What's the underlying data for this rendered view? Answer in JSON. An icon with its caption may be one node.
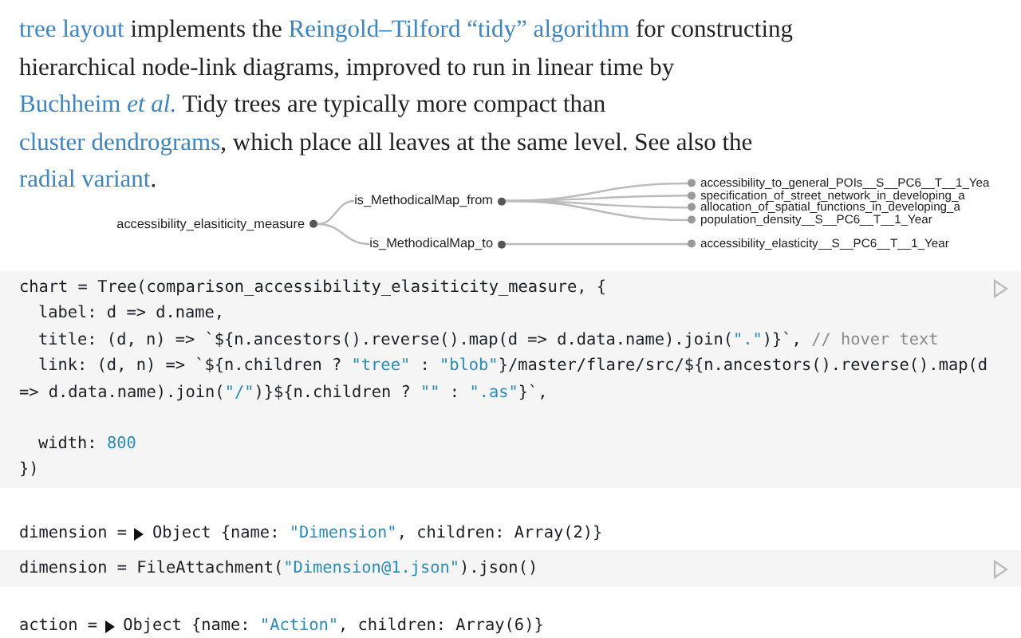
{
  "diagram": {
    "nodes": [
      {
        "text": [
          "accessibility_elasiticity_measure"
        ]
      },
      {
        "text": [
          "is_MethodicalMap_from"
        ]
      },
      {
        "text": [
          "is_MethodicalMap_to"
        ]
      },
      {
        "text": [
          "accessibility_to_general_POIs__S__PC6__T__1_Yea"
        ]
      },
      {
        "text": [
          "specification_of_street_network_in_developing_a"
        ]
      },
      {
        "text": [
          "allocation_of_spatial_functions_in_developing_a"
        ]
      },
      {
        "text": [
          "population_density__S__PC6__T__1_Year"
        ]
      },
      {
        "text": [
          "accessibility_elasticity__S__PC6__T__1_Year"
        ]
      }
    ],
    "edges": [
      {
        "from": 0,
        "to": 1,
        "arrow": "none"
      },
      {
        "from": 0,
        "to": 2,
        "arrow": "none"
      },
      {
        "from": 1,
        "to": 3,
        "arrow": "none"
      },
      {
        "from": 1,
        "to": 4,
        "arrow": "none"
      },
      {
        "from": 1,
        "to": 5,
        "arrow": "none"
      },
      {
        "from": 1,
        "to": 6,
        "arrow": "none"
      },
      {
        "from": 2,
        "to": 7,
        "arrow": "none"
      }
    ],
    "labels": [
      "tree layout",
      "implements the",
      "Reingold–Tilford “tidy” algorithm",
      "for constructing hierarchical node-link diagrams, improved to run in linear time by",
      "Buchheim *et al.*",
      "Tidy trees are typically more compact than",
      "cluster dendrograms",
      ", which place all leaves at the same level. See also the",
      "radial variant",
      ".",
      "chart = Tree(comparison_accessibility_elasiticity_measure, {",
      "label: d => d.name,",
      "title: (d, n) => `${n.ancestors().reverse().map(d => d.data.name).join(\".\")}`, // hover text",
      "link: (d, n) => `${n.children ? \"tree\" : \"blob\"}/master/flare/src/${n.ancestors().reverse().map(d => d.data.name).join(\"/\")}${n.children ? \"\" : \".as\"}`,",
      "width: 800",
      "})",
      "dimension =",
      "Object {name: \"Dimension\", children: Array(2)}",
      "dimension = FileAttachment(\"Dimension@1.json\").json()",
      "action =",
      "Object {name: \"Action\", children: Array(6)}"
    ]
  }
}
